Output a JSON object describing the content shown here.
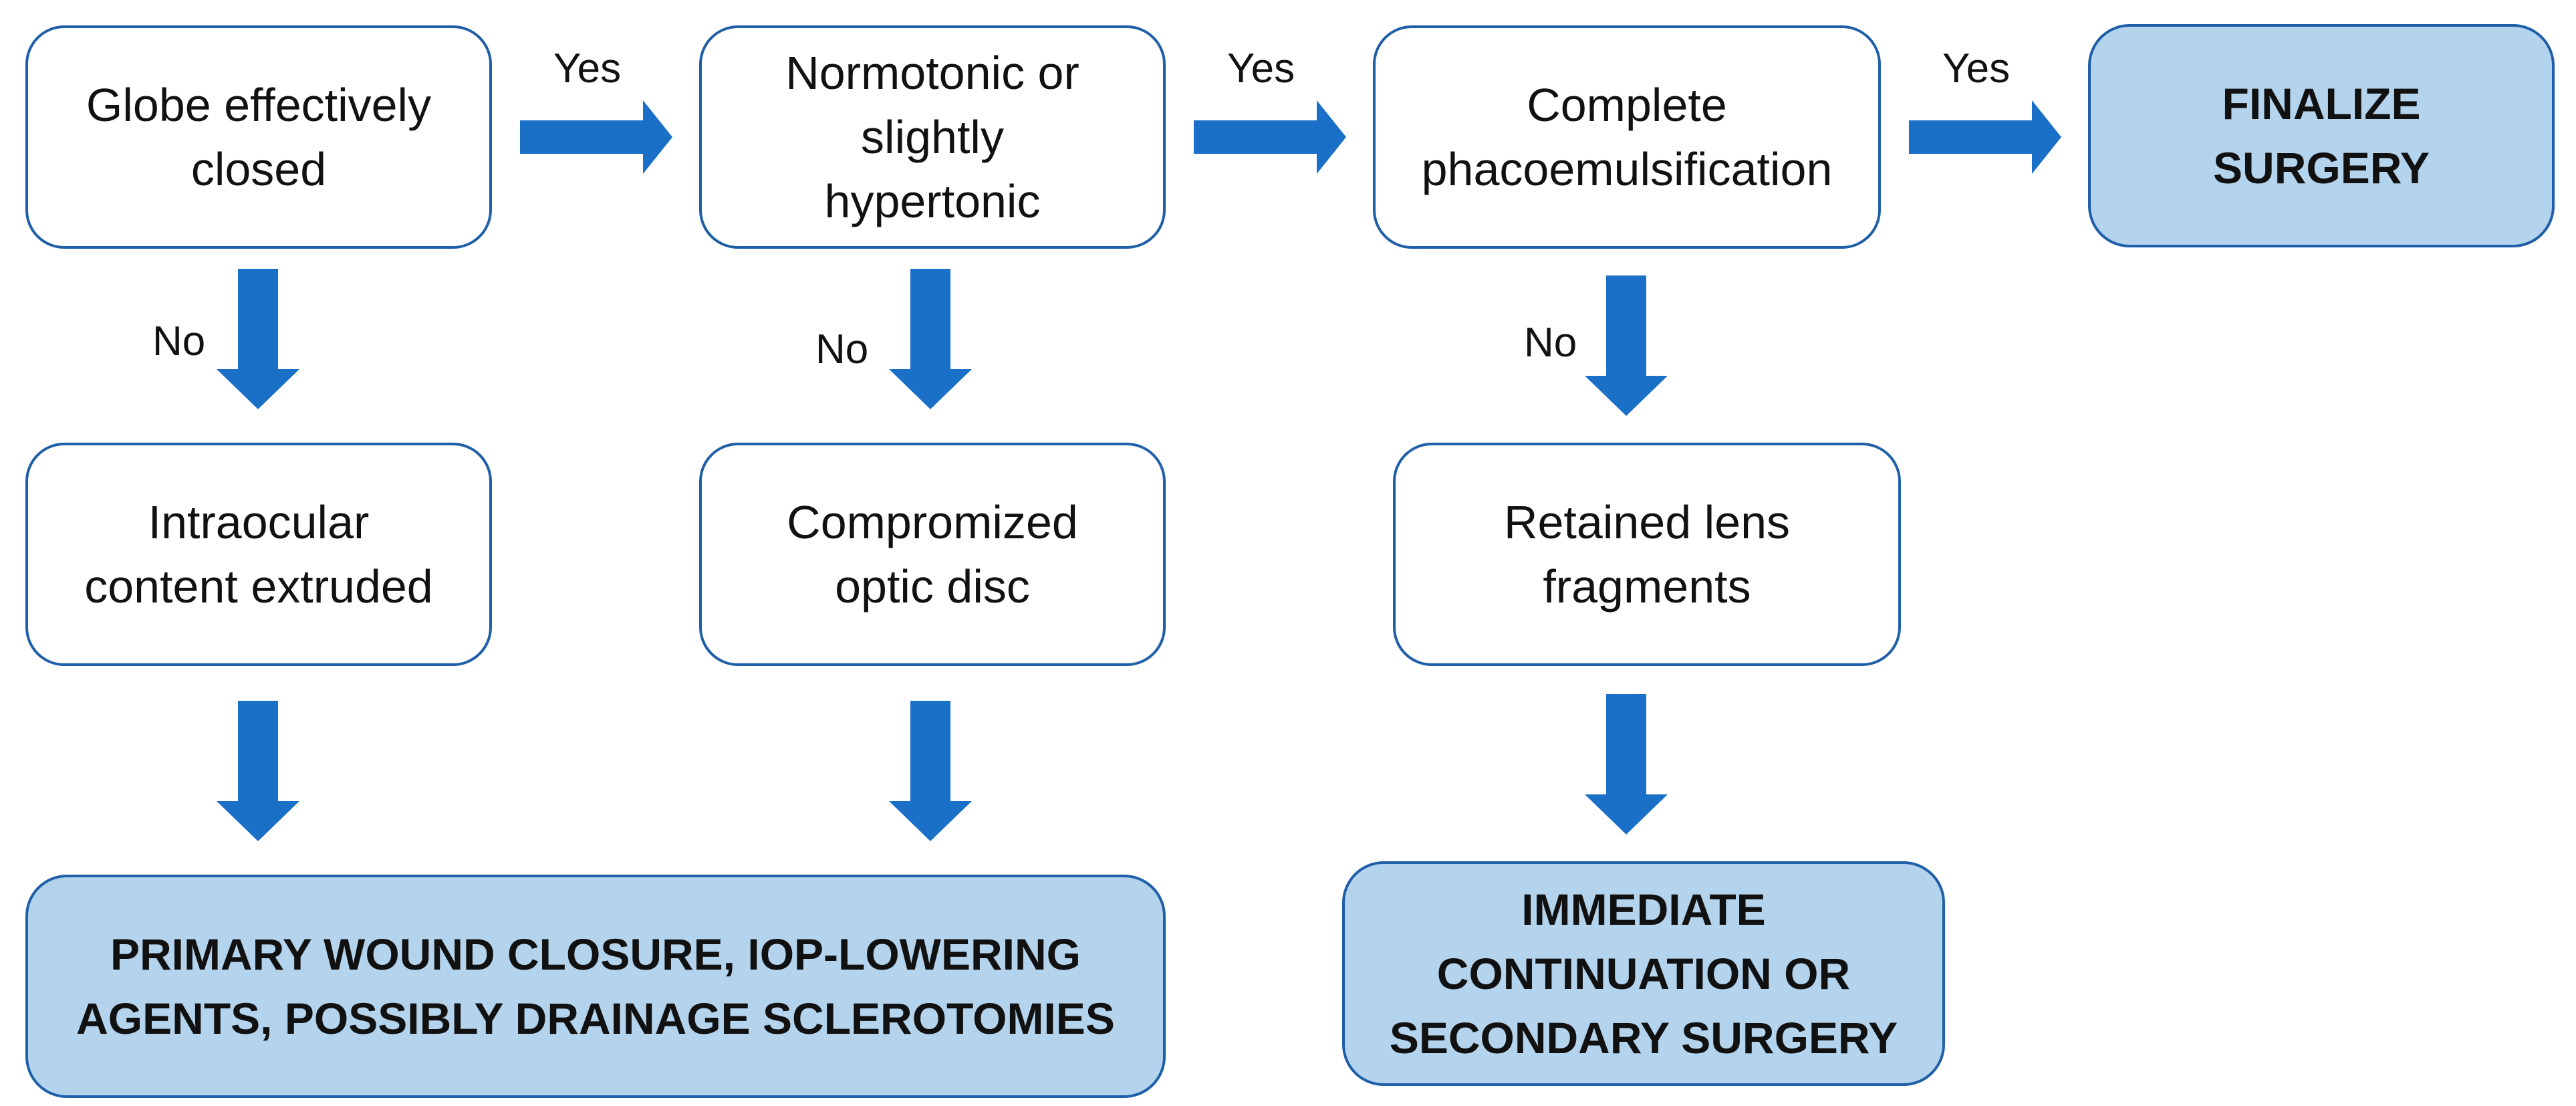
{
  "colors": {
    "arrow": "#1a6fc7",
    "box_border": "#1f5fa8",
    "final_fill": "#b4d4ee",
    "box_fill": "#ffffff"
  },
  "nodes": {
    "globe_closed": "Globe effectively\nclosed",
    "normotonic": "Normotonic or\nslightly\nhypertonic",
    "complete_phaco": "Complete\nphacoemulsification",
    "finalize": "FINALIZE\nSURGERY",
    "content_extruded": "Intraocular\ncontent extruded",
    "optic_disc": "Compromized\noptic disc",
    "lens_fragments": "Retained lens\nfragments",
    "primary_closure": "PRIMARY WOUND CLOSURE, IOP-LOWERING\nAGENTS, POSSIBLY DRAINAGE SCLEROTOMIES",
    "immediate_continuation": "IMMEDIATE\nCONTINUATION OR\nSECONDARY SURGERY"
  },
  "edge_labels": {
    "yes_1": "Yes",
    "yes_2": "Yes",
    "yes_3": "Yes",
    "no_1": "No",
    "no_2": "No",
    "no_3": "No"
  }
}
